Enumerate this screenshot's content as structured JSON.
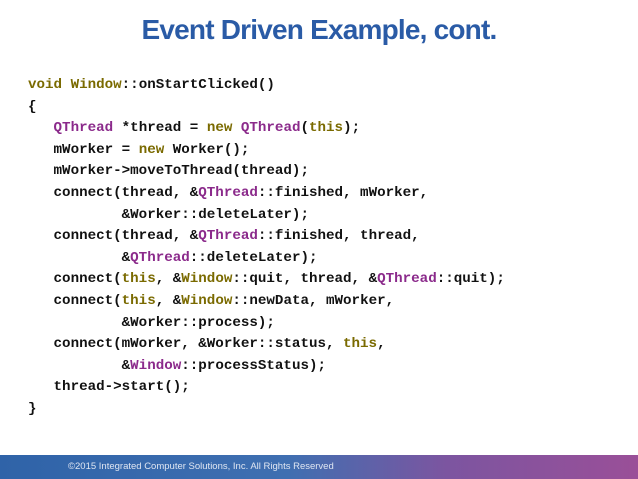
{
  "slide": {
    "title": "Event Driven Example, cont.",
    "footer": "©2015 Integrated Computer Solutions, Inc. All Rights Reserved"
  },
  "colors": {
    "title": "#2a5ba6",
    "keyword": "#7a6a00",
    "class_name": "#8b2a8b",
    "code_text": "#111111"
  },
  "code": {
    "lines": [
      [
        {
          "t": "void",
          "c": "kw"
        },
        {
          "t": " "
        },
        {
          "t": "Window",
          "c": "kw"
        },
        {
          "t": "::onStartClicked()"
        }
      ],
      [
        {
          "t": "{"
        }
      ],
      [
        {
          "t": "   "
        },
        {
          "t": "QThread",
          "c": "cls"
        },
        {
          "t": " *thread = "
        },
        {
          "t": "new",
          "c": "kw"
        },
        {
          "t": " "
        },
        {
          "t": "QThread",
          "c": "cls"
        },
        {
          "t": "("
        },
        {
          "t": "this",
          "c": "kw"
        },
        {
          "t": ");"
        }
      ],
      [
        {
          "t": "   mWorker = "
        },
        {
          "t": "new",
          "c": "kw"
        },
        {
          "t": " Worker();"
        }
      ],
      [
        {
          "t": "   mWorker->moveToThread(thread);"
        }
      ],
      [
        {
          "t": "   connect(thread, &"
        },
        {
          "t": "QThread",
          "c": "cls"
        },
        {
          "t": "::finished, mWorker,"
        }
      ],
      [
        {
          "t": "           &Worker::deleteLater);"
        }
      ],
      [
        {
          "t": "   connect(thread, &"
        },
        {
          "t": "QThread",
          "c": "cls"
        },
        {
          "t": "::finished, thread,"
        }
      ],
      [
        {
          "t": "           &"
        },
        {
          "t": "QThread",
          "c": "cls"
        },
        {
          "t": "::deleteLater);"
        }
      ],
      [
        {
          "t": "   connect("
        },
        {
          "t": "this",
          "c": "kw"
        },
        {
          "t": ", &"
        },
        {
          "t": "Window",
          "c": "kw"
        },
        {
          "t": "::quit, thread, &"
        },
        {
          "t": "QThread",
          "c": "cls"
        },
        {
          "t": "::quit);"
        }
      ],
      [
        {
          "t": "   connect("
        },
        {
          "t": "this",
          "c": "kw"
        },
        {
          "t": ", &"
        },
        {
          "t": "Window",
          "c": "kw"
        },
        {
          "t": "::newData, mWorker,"
        }
      ],
      [
        {
          "t": "           &Worker::process);"
        }
      ],
      [
        {
          "t": "   connect(mWorker, &Worker::status, "
        },
        {
          "t": "this",
          "c": "kw"
        },
        {
          "t": ","
        }
      ],
      [
        {
          "t": "           &"
        },
        {
          "t": "Window",
          "c": "cls"
        },
        {
          "t": "::processStatus);"
        }
      ],
      [
        {
          "t": "   thread->start();"
        }
      ],
      [
        {
          "t": "}"
        }
      ]
    ]
  }
}
